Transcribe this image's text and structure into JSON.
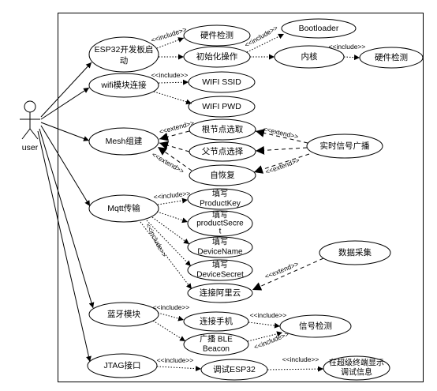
{
  "colors": {
    "line": "#000000",
    "background": "#ffffff"
  },
  "actor": {
    "label": "user"
  },
  "stereotypes": {
    "include": "<<include>>",
    "extend": "<<extend>>"
  },
  "use_cases": {
    "esp32_boot": {
      "lines": [
        "ESP32开发板启",
        "动"
      ]
    },
    "hw_check_1": {
      "lines": [
        "硬件检测"
      ]
    },
    "bootloader": {
      "lines": [
        "Bootloader"
      ]
    },
    "init_ops": {
      "lines": [
        "初始化操作"
      ]
    },
    "kernel": {
      "lines": [
        "内核"
      ]
    },
    "hw_check_2": {
      "lines": [
        "硬件检测"
      ]
    },
    "wifi_connect": {
      "lines": [
        "wifi模块连接"
      ]
    },
    "wifi_ssid": {
      "lines": [
        "WIFI SSID"
      ]
    },
    "wifi_pwd": {
      "lines": [
        "WIFI PWD"
      ]
    },
    "mesh_build": {
      "lines": [
        "Mesh组建"
      ]
    },
    "root_select": {
      "lines": [
        "根节点选取"
      ]
    },
    "parent_select": {
      "lines": [
        "父节点选择"
      ]
    },
    "self_recover": {
      "lines": [
        "自恢复"
      ]
    },
    "signal_broadcast": {
      "lines": [
        "实时信号广播"
      ]
    },
    "mqtt": {
      "lines": [
        "Mqtt传输"
      ]
    },
    "product_key": {
      "lines": [
        "填写",
        "ProductKey"
      ]
    },
    "product_secret": {
      "lines": [
        "填写",
        "productSecre",
        "t"
      ]
    },
    "device_name": {
      "lines": [
        "填写",
        "DeviceName"
      ]
    },
    "device_secret": {
      "lines": [
        "填写",
        "DeviceSecret"
      ]
    },
    "aliyun": {
      "lines": [
        "连接阿里云"
      ]
    },
    "data_collect": {
      "lines": [
        "数据采集"
      ]
    },
    "bluetooth": {
      "lines": [
        "蓝牙模块"
      ]
    },
    "phone_connect": {
      "lines": [
        "连接手机"
      ]
    },
    "ble_beacon": {
      "lines": [
        "广播 BLE",
        "Beacon"
      ]
    },
    "signal_detect": {
      "lines": [
        "信号检测"
      ]
    },
    "jtag": {
      "lines": [
        "JTAG接口"
      ]
    },
    "debug_esp32": {
      "lines": [
        "调试ESP32"
      ]
    },
    "terminal_display": {
      "lines": [
        "在超级终端显示",
        "调试信息"
      ]
    }
  }
}
